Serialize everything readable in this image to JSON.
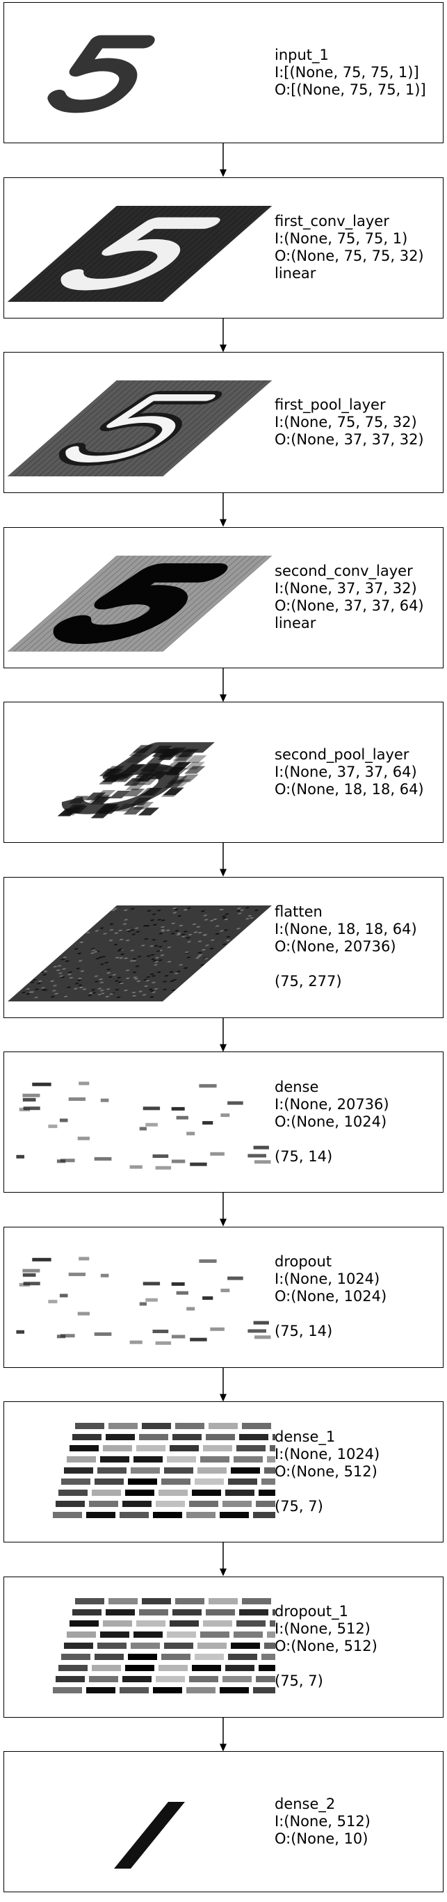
{
  "layers": [
    {
      "name": "input_1",
      "input": "I:[(None, 75, 75, 1)]",
      "output": "O:[(None, 75, 75, 1)]",
      "activation": "",
      "shape": "",
      "viz": "digit-input"
    },
    {
      "name": "first_conv_layer",
      "input": "I:(None, 75, 75, 1)",
      "output": "O:(None, 75, 75, 32)",
      "activation": "linear",
      "shape": "",
      "viz": "feature-map-dark"
    },
    {
      "name": "first_pool_layer",
      "input": "I:(None, 75, 75, 32)",
      "output": "O:(None, 37, 37, 32)",
      "activation": "",
      "shape": "",
      "viz": "feature-map-mid"
    },
    {
      "name": "second_conv_layer",
      "input": "I:(None, 37, 37, 32)",
      "output": "O:(None, 37, 37, 64)",
      "activation": "linear",
      "shape": "",
      "viz": "feature-map-light"
    },
    {
      "name": "second_pool_layer",
      "input": "I:(None, 37, 37, 64)",
      "output": "O:(None, 18, 18, 64)",
      "activation": "",
      "shape": "",
      "viz": "pooled-blocky"
    },
    {
      "name": "flatten",
      "input": "I:(None, 18, 18, 64)",
      "output": "O:(None, 20736)",
      "activation": "",
      "shape": "(75, 277)",
      "viz": "flatten-noise"
    },
    {
      "name": "dense",
      "input": "I:(None, 20736)",
      "output": "O:(None, 1024)",
      "activation": "",
      "shape": "(75, 14)",
      "viz": "sparse-dashes"
    },
    {
      "name": "dropout",
      "input": "I:(None, 1024)",
      "output": "O:(None, 1024)",
      "activation": "",
      "shape": "(75, 14)",
      "viz": "sparse-dashes"
    },
    {
      "name": "dense_1",
      "input": "I:(None, 1024)",
      "output": "O:(None, 512)",
      "activation": "",
      "shape": "(75, 7)",
      "viz": "dense-bars"
    },
    {
      "name": "dropout_1",
      "input": "I:(None, 512)",
      "output": "O:(None, 512)",
      "activation": "",
      "shape": "(75, 7)",
      "viz": "dense-bars"
    },
    {
      "name": "dense_2",
      "input": "I:(None, 512)",
      "output": "O:(None, 10)",
      "activation": "",
      "shape": "",
      "viz": "output-bar"
    }
  ],
  "colors": {
    "border": "#000000",
    "arrow": "#000000",
    "map_dark": "#2a2a2a",
    "map_mid": "#5a5a5a",
    "map_light": "#9a9a9a",
    "digit_fill": "#ffffff",
    "digit_dark": "#111111"
  }
}
